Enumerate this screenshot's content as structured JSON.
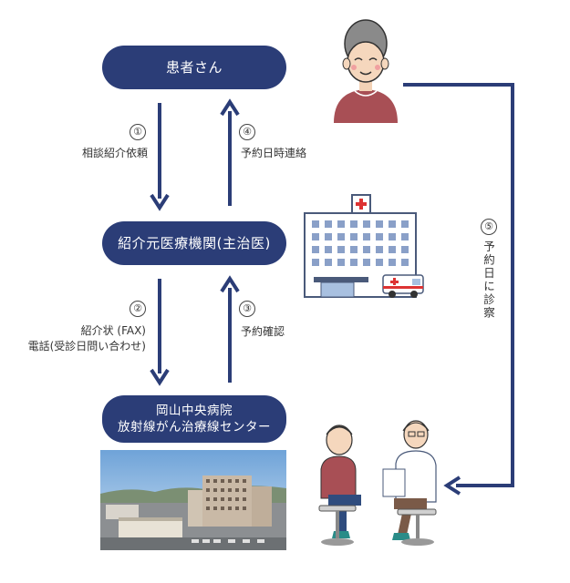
{
  "nodes": {
    "patient": "患者さん",
    "referrer": "紹介元医療機関(主治医)",
    "hospital_line1": "岡山中央病院",
    "hospital_line2": "放射線がん治療線センター"
  },
  "steps": {
    "s1": {
      "num": "①",
      "label": "相談紹介依頼"
    },
    "s2": {
      "num": "②",
      "label_line1": "紹介状 (FAX)",
      "label_line2": "電話(受診日問い合わせ)"
    },
    "s3": {
      "num": "③",
      "label": "予約確認"
    },
    "s4": {
      "num": "④",
      "label": "予約日時連絡"
    },
    "s5": {
      "num": "⑤",
      "label": "予約日に診察"
    }
  },
  "colors": {
    "primary": "#2b3d77",
    "text": "#333333"
  },
  "icons": {
    "patient": "elderly-woman-icon",
    "clinic": "clinic-building-icon",
    "ambulance": "ambulance-icon",
    "consultation": "doctor-consultation-icon",
    "hospital_photo": "hospital-photo"
  }
}
